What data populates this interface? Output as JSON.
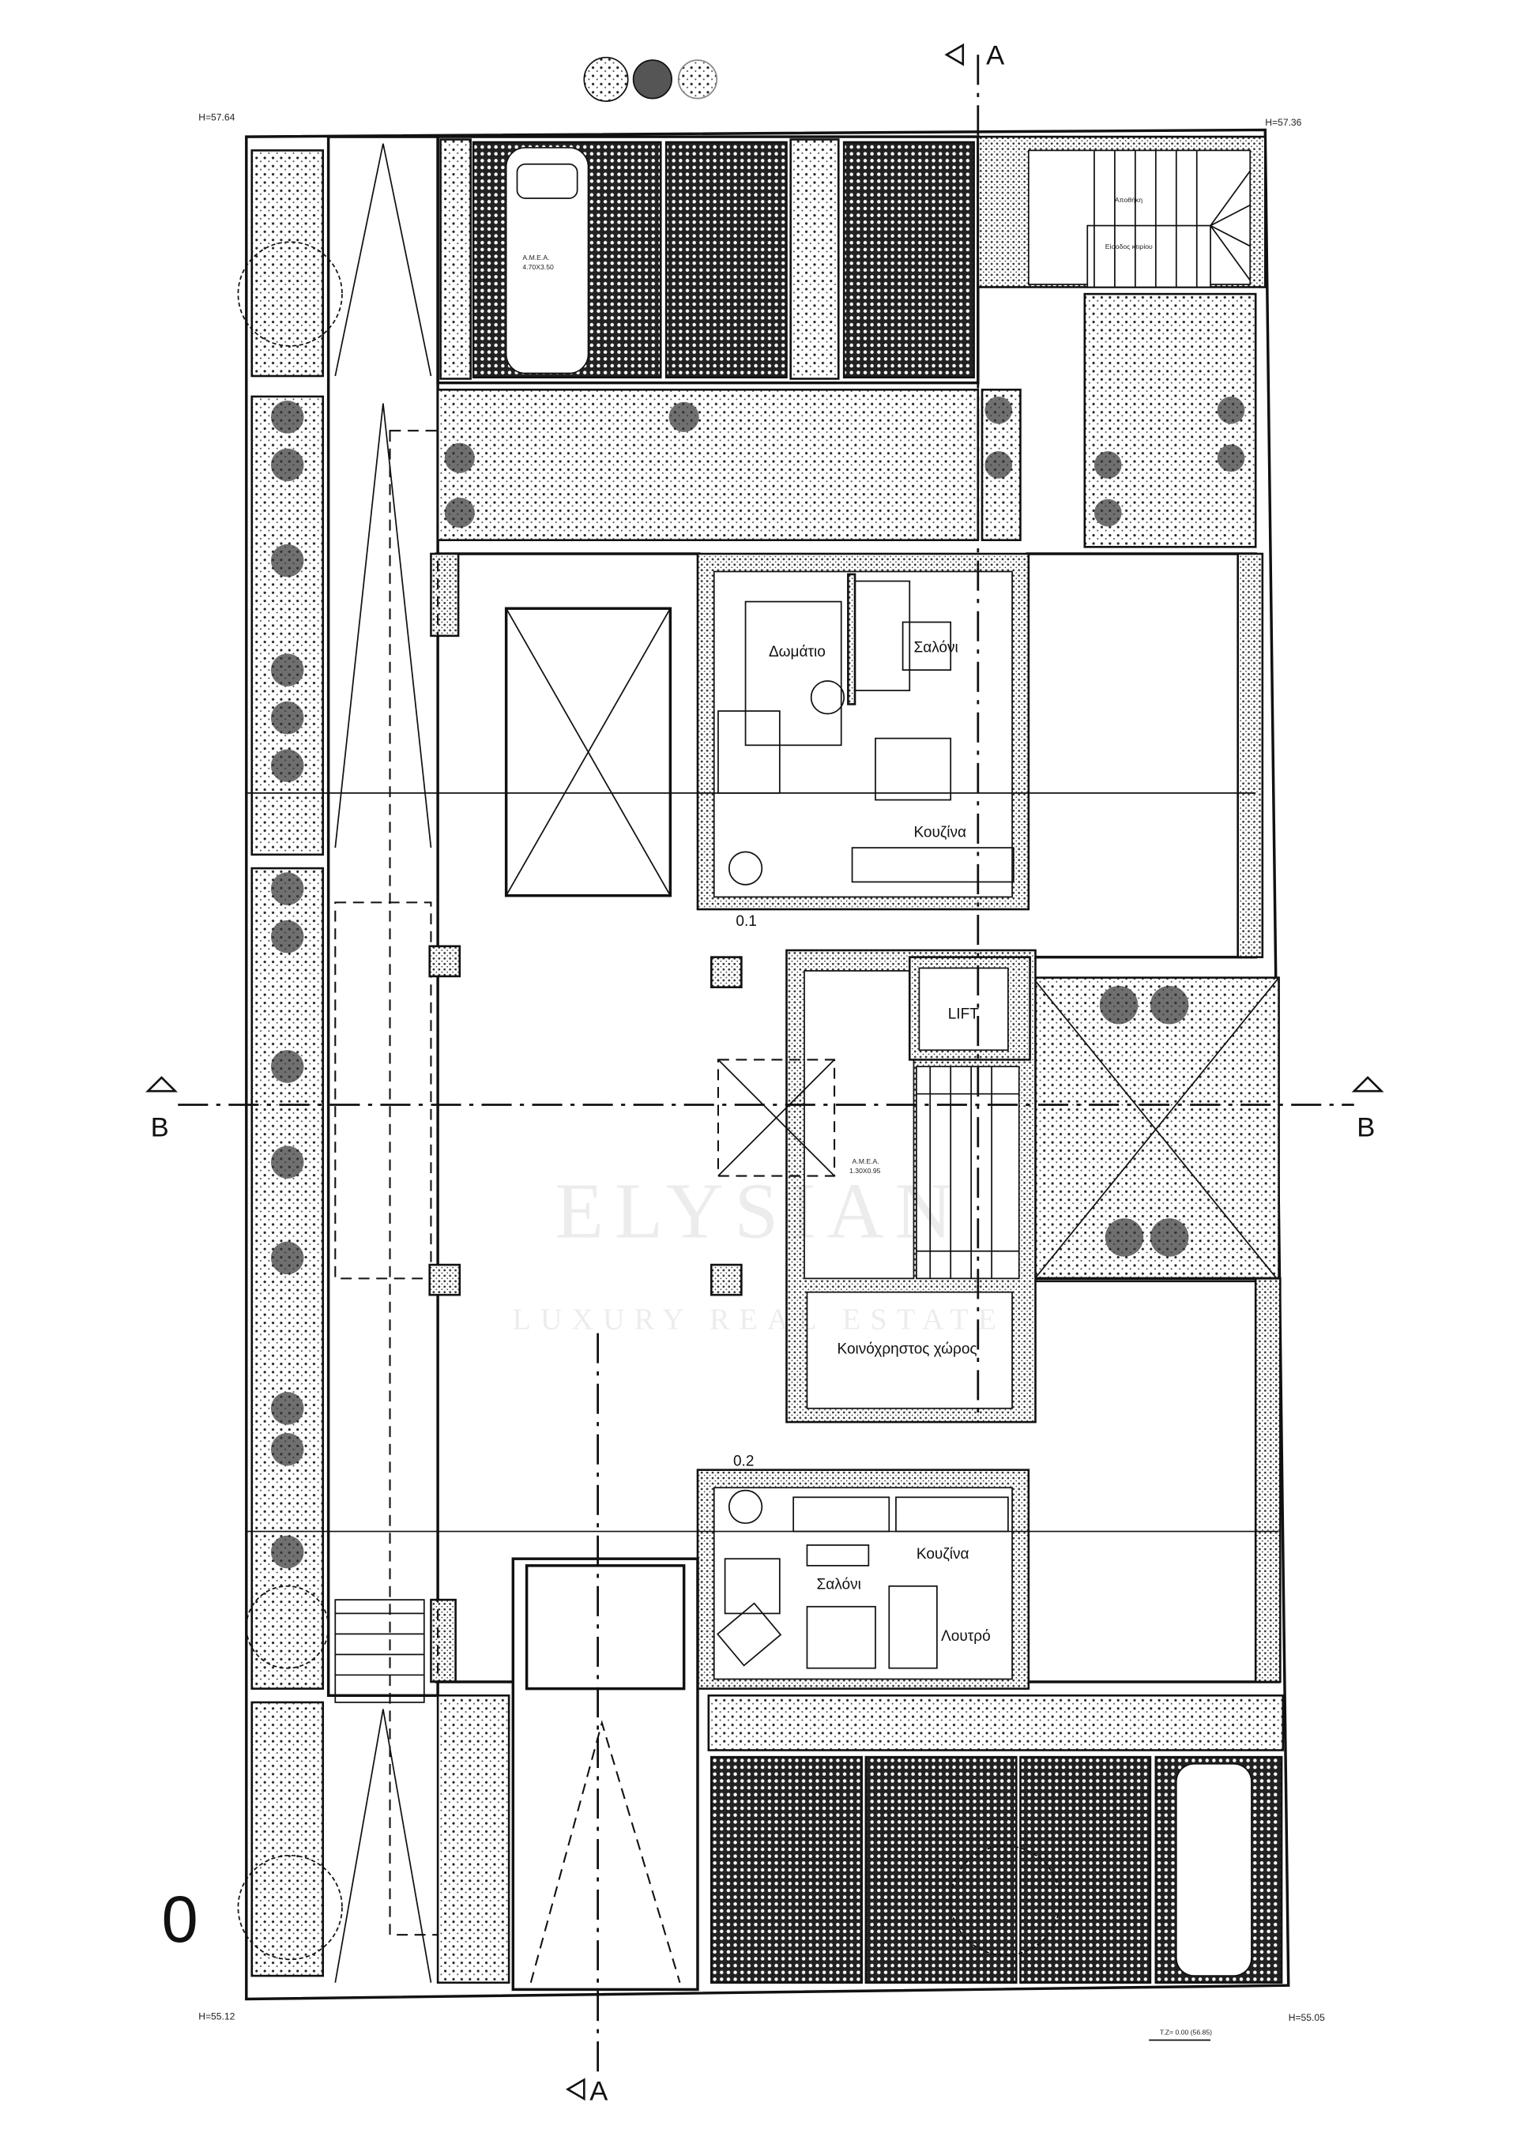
{
  "plan": {
    "floor_number": "0",
    "elevations": {
      "top_left": "H=57.64",
      "top_right": "H=57.36",
      "bottom_left": "H=55.12",
      "bottom_right": "H=55.05"
    },
    "bottom_note": "Τ.Ζ= 0.00 (56.85)",
    "sections": {
      "a_top": "A",
      "a_bottom": "A",
      "b_left": "B",
      "b_right": "B"
    },
    "apartments": [
      {
        "id": "0.1",
        "rooms": [
          "Δωμάτιο",
          "Σαλόνι",
          "Κουζίνα"
        ]
      },
      {
        "id": "0.2",
        "rooms": [
          "Σαλόνι",
          "Κουζίνα",
          "Λουτρό"
        ]
      }
    ],
    "core": {
      "lift": "LIFT",
      "amea": "Α.Μ.Ε.Α.",
      "amea_size": "1.30Χ0.95",
      "common_area": "Κοινόχρηστος χώρος"
    },
    "stair_top": {
      "storage": "Αποθήκη",
      "entrance": "Είσοδος κτιρίου"
    },
    "parking_top": {
      "amea": "Α.Μ.Ε.Α.",
      "amea_size": "4.70Χ3.50"
    }
  },
  "watermark": {
    "brand": "ELYSIAN",
    "tagline": "LUXURY REAL ESTATE"
  }
}
